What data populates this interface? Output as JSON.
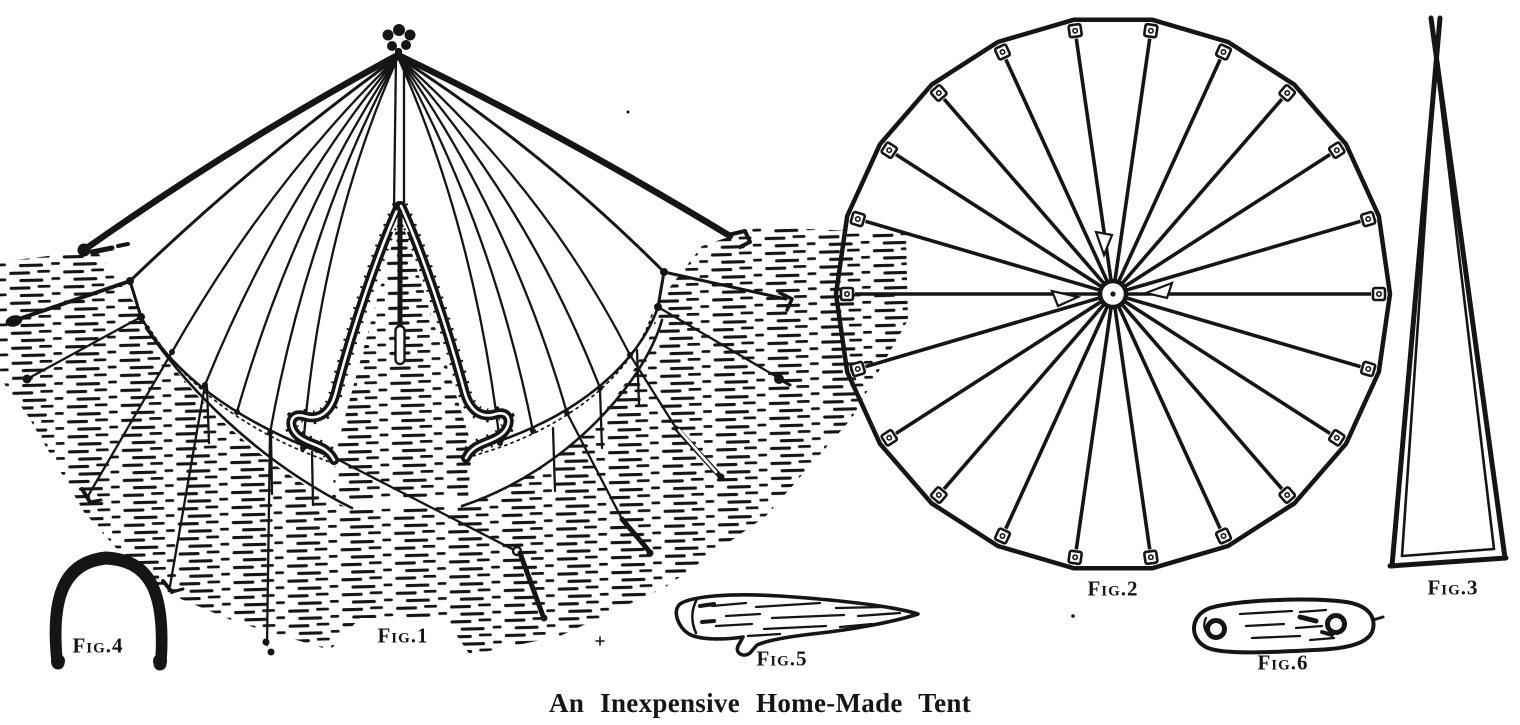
{
  "page": {
    "background": "#ffffff",
    "ink": "#161514"
  },
  "caption": "An Inexpensive Home-Made Tent",
  "figures": {
    "fig1": {
      "label": "Fig.1",
      "subject": "tent-perspective-view"
    },
    "fig2": {
      "label": "Fig.2",
      "subject": "canvas-plan-circle",
      "spokes": 22
    },
    "fig3": {
      "label": "Fig.3",
      "subject": "gore-pattern-triangle"
    },
    "fig4": {
      "label": "Fig.4",
      "subject": "wire-staple"
    },
    "fig5": {
      "label": "Fig.5",
      "subject": "wooden-tent-peg"
    },
    "fig6": {
      "label": "Fig.6",
      "subject": "wooden-toggle"
    }
  }
}
